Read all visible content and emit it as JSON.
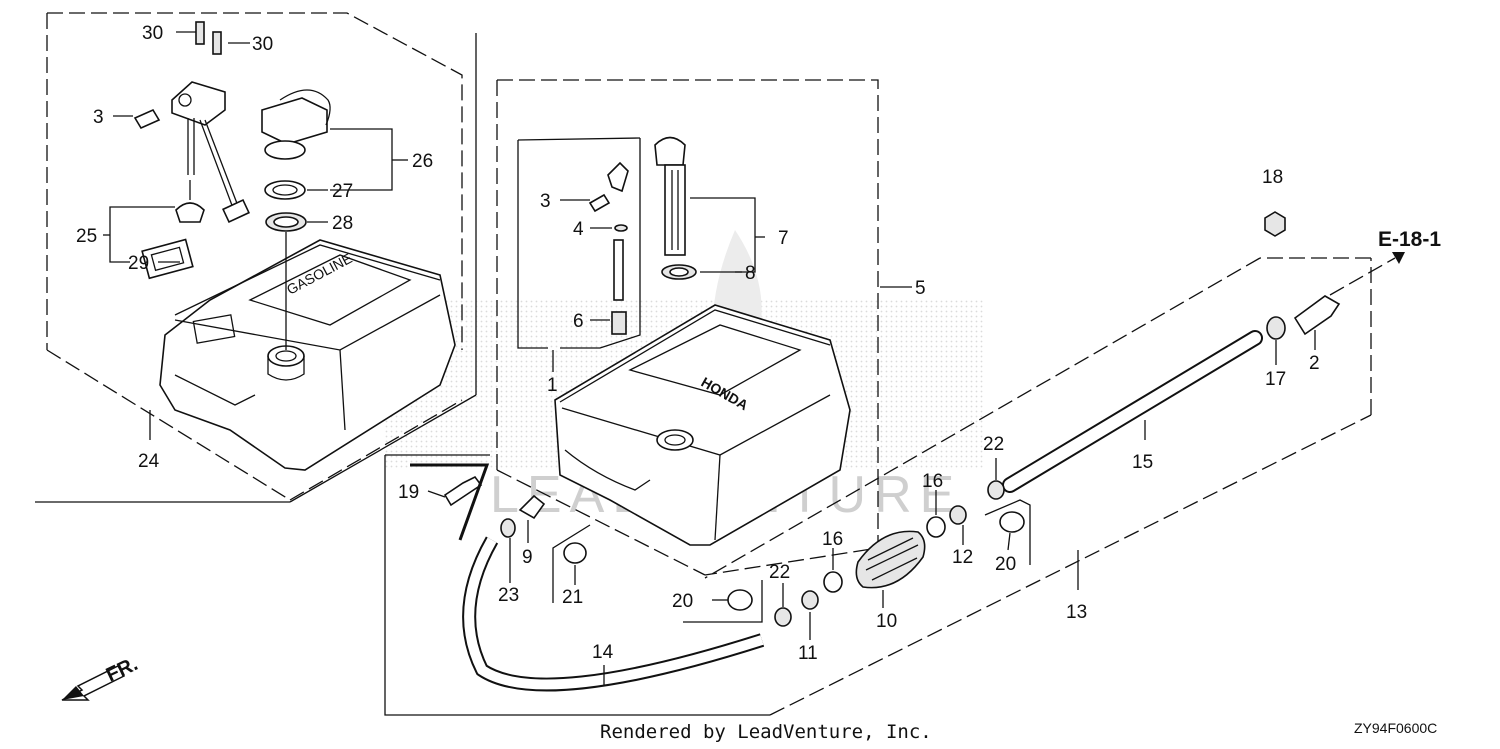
{
  "diagram": {
    "parts": [
      {
        "id": "label-30a",
        "text": "30"
      },
      {
        "id": "label-30b",
        "text": "30"
      },
      {
        "id": "label-3a",
        "text": "3"
      },
      {
        "id": "label-26",
        "text": "26"
      },
      {
        "id": "label-27",
        "text": "27"
      },
      {
        "id": "label-28",
        "text": "28"
      },
      {
        "id": "label-25",
        "text": "25"
      },
      {
        "id": "label-29",
        "text": "29"
      },
      {
        "id": "label-24",
        "text": "24"
      },
      {
        "id": "label-3b",
        "text": "3"
      },
      {
        "id": "label-4",
        "text": "4"
      },
      {
        "id": "label-6",
        "text": "6"
      },
      {
        "id": "label-1",
        "text": "1"
      },
      {
        "id": "label-7",
        "text": "7"
      },
      {
        "id": "label-8",
        "text": "8"
      },
      {
        "id": "label-5",
        "text": "5"
      },
      {
        "id": "label-18",
        "text": "18"
      },
      {
        "id": "label-17",
        "text": "17"
      },
      {
        "id": "label-2",
        "text": "2"
      },
      {
        "id": "label-15",
        "text": "15"
      },
      {
        "id": "label-22a",
        "text": "22"
      },
      {
        "id": "label-16a",
        "text": "16"
      },
      {
        "id": "label-12",
        "text": "12"
      },
      {
        "id": "label-20a",
        "text": "20"
      },
      {
        "id": "label-13",
        "text": "13"
      },
      {
        "id": "label-19",
        "text": "19"
      },
      {
        "id": "label-9",
        "text": "9"
      },
      {
        "id": "label-23",
        "text": "23"
      },
      {
        "id": "label-21",
        "text": "21"
      },
      {
        "id": "label-16b",
        "text": "16"
      },
      {
        "id": "label-10",
        "text": "10"
      },
      {
        "id": "label-22b",
        "text": "22"
      },
      {
        "id": "label-11",
        "text": "11"
      },
      {
        "id": "label-20b",
        "text": "20"
      },
      {
        "id": "label-14",
        "text": "14"
      }
    ],
    "reference": "E-18-1",
    "front_marker": "FR.",
    "tank_small_marking": "GASOLINE",
    "tank_large_marking": "HONDA",
    "watermark": "LEADVENTURE",
    "footer": "Rendered by LeadVenture, Inc.",
    "diagram_code": "ZY94F0600C"
  }
}
